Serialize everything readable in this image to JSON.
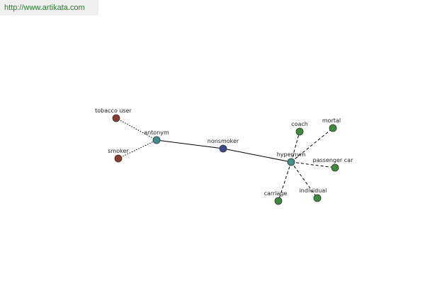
{
  "site": {
    "url": "http://www.artikata.com"
  },
  "colors": {
    "url_text": "#2e7d32",
    "url_background": "#efefef",
    "node_red": "#8b3a2e",
    "node_teal": "#3f8f8a",
    "node_blue": "#3a4a8c",
    "node_green": "#3e8a3e",
    "node_stroke": "#333333",
    "edge": "#000000"
  },
  "graph": {
    "nodes": [
      {
        "id": "tobacco-user",
        "label": "tobacco user",
        "color": "node_red"
      },
      {
        "id": "smoker",
        "label": "smoker",
        "color": "node_red"
      },
      {
        "id": "antonym",
        "label": "antonym",
        "color": "node_teal"
      },
      {
        "id": "nonsmoker",
        "label": "nonsmoker",
        "color": "node_blue"
      },
      {
        "id": "hypernym",
        "label": "hypernym",
        "color": "node_teal"
      },
      {
        "id": "coach",
        "label": "coach",
        "color": "node_green"
      },
      {
        "id": "mortal",
        "label": "mortal",
        "color": "node_green"
      },
      {
        "id": "passenger-car",
        "label": "passenger car",
        "color": "node_green"
      },
      {
        "id": "individual",
        "label": "individual",
        "color": "node_green"
      },
      {
        "id": "carriage",
        "label": "carriage",
        "color": "node_green"
      }
    ],
    "edges": [
      {
        "from": "tobacco-user",
        "to": "antonym",
        "style": "dotted"
      },
      {
        "from": "smoker",
        "to": "antonym",
        "style": "dotted"
      },
      {
        "from": "antonym",
        "to": "nonsmoker",
        "style": "solid"
      },
      {
        "from": "nonsmoker",
        "to": "hypernym",
        "style": "solid"
      },
      {
        "from": "hypernym",
        "to": "coach",
        "style": "dashed"
      },
      {
        "from": "hypernym",
        "to": "mortal",
        "style": "dashed"
      },
      {
        "from": "hypernym",
        "to": "passenger-car",
        "style": "dashed"
      },
      {
        "from": "hypernym",
        "to": "individual",
        "style": "dashed"
      },
      {
        "from": "hypernym",
        "to": "carriage",
        "style": "dashed"
      }
    ]
  }
}
